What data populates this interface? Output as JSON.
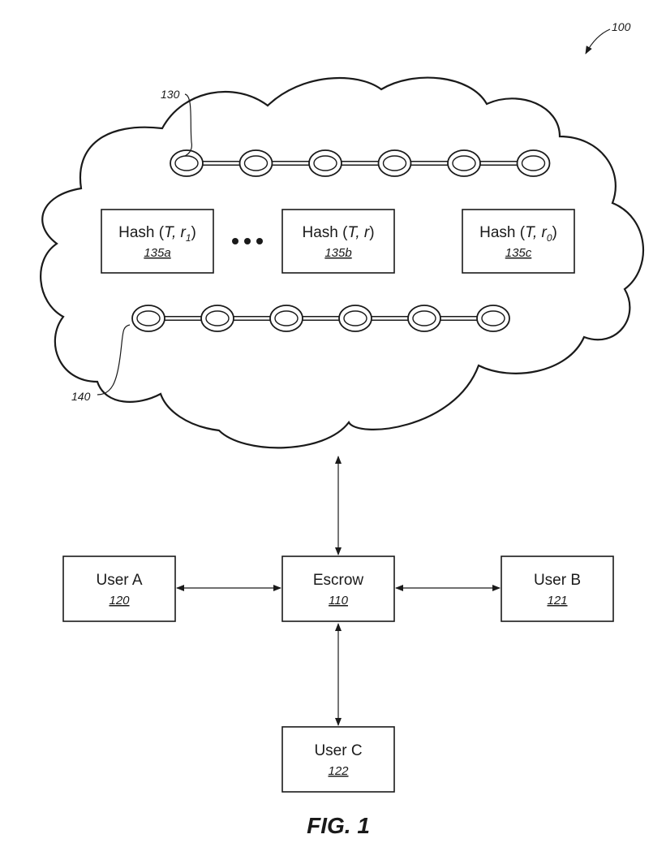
{
  "figure": {
    "system_ref": "100",
    "caption": "FIG. 1"
  },
  "cloud": {
    "chain_top_ref": "130",
    "chain_bottom_ref": "140",
    "hash_boxes": [
      {
        "base": "Hash (",
        "var": "T",
        "sep": ", r",
        "sub": "1",
        "close": ")",
        "ref": "135a"
      },
      {
        "base": "Hash (",
        "var": "T",
        "sep": ", r",
        "sub": "",
        "close": ")",
        "ref": "135b"
      },
      {
        "base": "Hash (",
        "var": "T",
        "sep": ", r",
        "sub": "0",
        "close": ")",
        "ref": "135c"
      }
    ]
  },
  "nodes": {
    "escrow": {
      "label": "Escrow",
      "ref": "110"
    },
    "user_a": {
      "label": "User A",
      "ref": "120"
    },
    "user_b": {
      "label": "User B",
      "ref": "121"
    },
    "user_c": {
      "label": "User C",
      "ref": "122"
    }
  }
}
